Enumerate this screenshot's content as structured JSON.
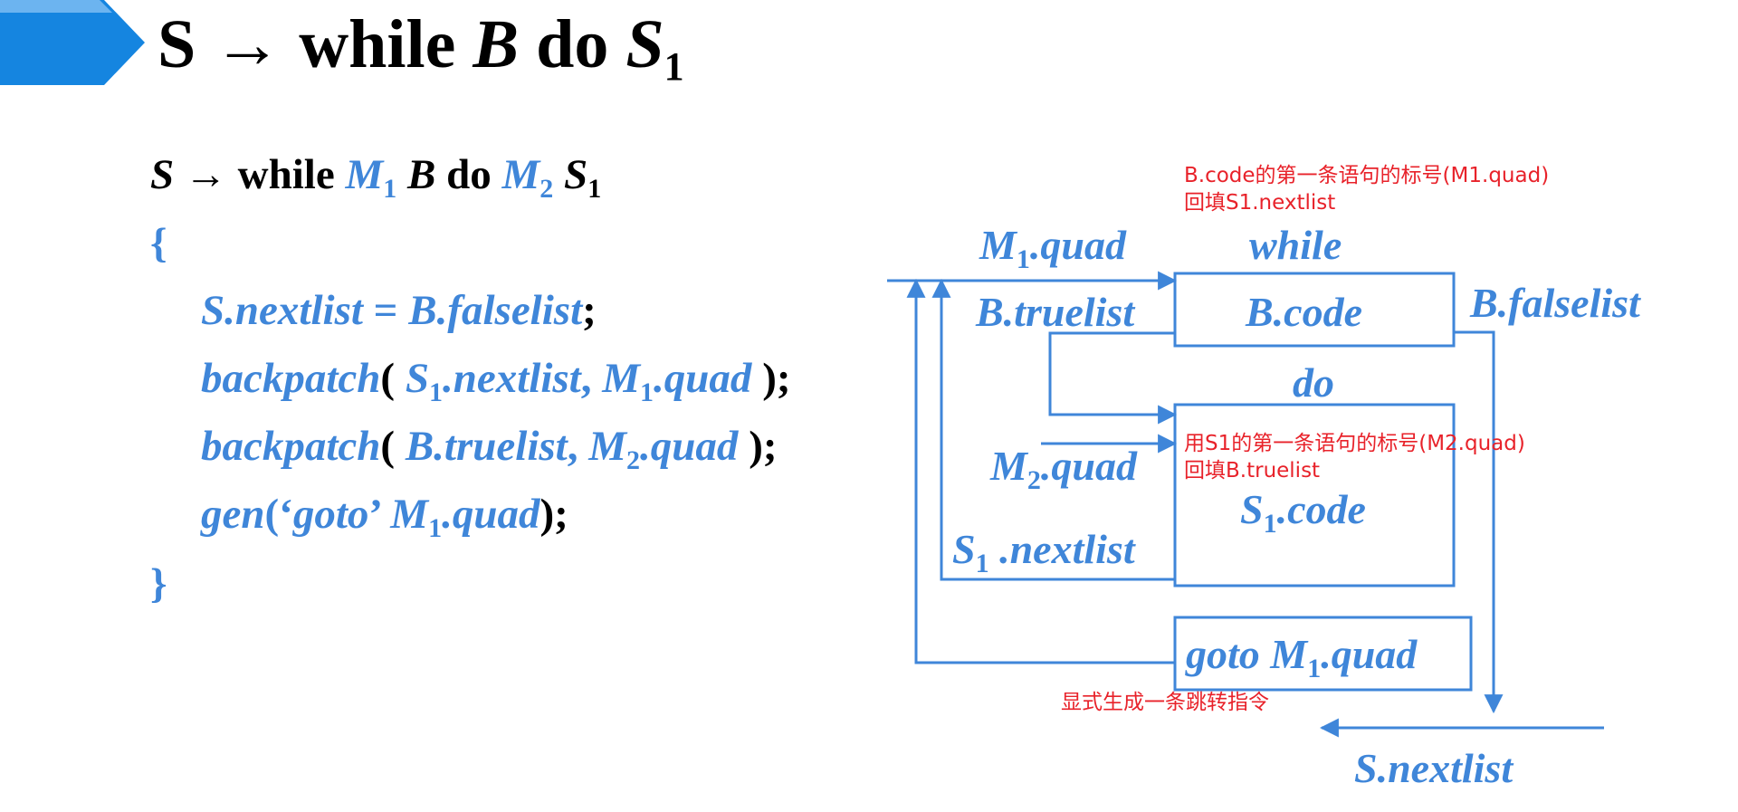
{
  "title": {
    "lhs": "S",
    "arrow": "→",
    "kw_while": "while",
    "B": "B",
    "kw_do": "do",
    "S": "S",
    "sub": "1"
  },
  "code": {
    "production": {
      "S": "S",
      "arrow": "→",
      "while": "while",
      "M1": "M",
      "M1_sub": "1",
      "B": "B",
      "do": "do",
      "M2": "M",
      "M2_sub": "2",
      "S1": "S",
      "S1_sub": "1"
    },
    "open_brace": "{",
    "line1": {
      "lhs": "S.nextlist",
      "eq": " = ",
      "rhs": "B.falselist",
      "end": ";"
    },
    "line2": {
      "fn": "backpatch",
      "open": "( ",
      "a1": "S",
      "a1_sub": "1",
      "a1_rest": ".nextlist",
      "comma": ", ",
      "a2": "M",
      "a2_sub": "1",
      "a2_rest": ".quad",
      "close": " );"
    },
    "line3": {
      "fn": "backpatch",
      "open": "( ",
      "a1": "B.truelist",
      "comma": ", ",
      "a2": "M",
      "a2_sub": "2",
      "a2_rest": ".quad",
      "close": " );"
    },
    "line4": {
      "fn": "gen",
      "open": "(‘",
      "goto": "goto",
      "close_q": "’ ",
      "a": "M",
      "a_sub": "1",
      "a_rest": ".quad",
      "close": ");"
    },
    "close_brace": "}"
  },
  "diagram": {
    "m1quad": {
      "M": "M",
      "sub": "1",
      "rest": ".quad"
    },
    "while": "while",
    "b_truelist": "B.truelist",
    "b_code": "B.code",
    "b_falselist": "B.falselist",
    "do": "do",
    "m2quad": {
      "M": "M",
      "sub": "2",
      "rest": ".quad"
    },
    "s1_code": {
      "S": "S",
      "sub": "1",
      "rest": ".code"
    },
    "s1_nextlist": {
      "S": "S",
      "sub": "1",
      "rest": " .nextlist"
    },
    "goto": {
      "kw": "goto ",
      "M": "M",
      "sub": "1",
      "rest": ".quad"
    },
    "s_nextlist": "S.nextlist"
  },
  "notes": {
    "top_line1": "B.code的第一条语句的标号(M1.quad)",
    "top_line2": "回填S1.nextlist",
    "mid_line1": "用S1的第一条语句的标号(M2.quad)",
    "mid_line2": "回填B.truelist",
    "bottom": "显式生成一条跳转指令"
  },
  "colors": {
    "accent_blue": "#3f86d9",
    "note_red": "#e8222a",
    "banner_dark": "#1585e0",
    "banner_light": "#58a8ee"
  }
}
